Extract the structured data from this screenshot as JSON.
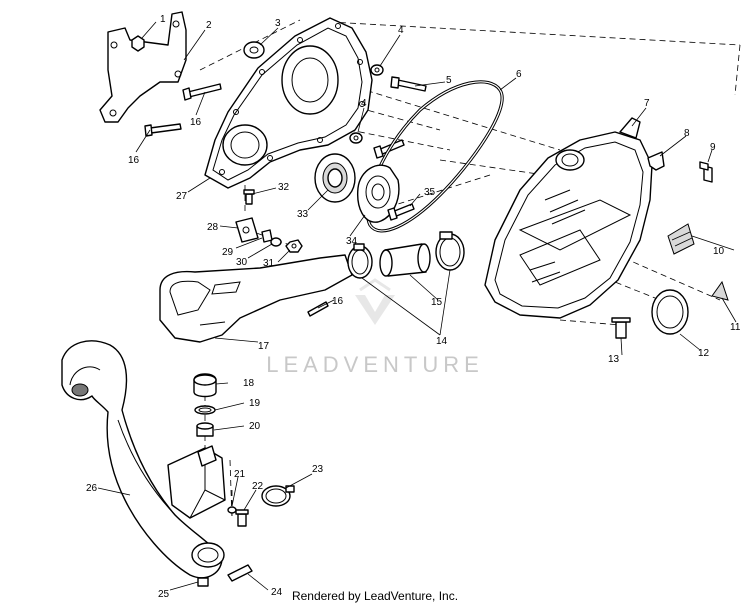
{
  "diagram": {
    "callouts": [
      "1",
      "2",
      "3",
      "4",
      "4",
      "5",
      "6",
      "7",
      "8",
      "9",
      "10",
      "11",
      "12",
      "13",
      "14",
      "15",
      "16",
      "16",
      "16",
      "17",
      "18",
      "19",
      "20",
      "21",
      "22",
      "23",
      "24",
      "25",
      "26",
      "27",
      "28",
      "29",
      "30",
      "31",
      "32",
      "33",
      "34",
      "35"
    ]
  },
  "watermark": {
    "text": "LEADVENTURE"
  },
  "footer": {
    "text": "Rendered by LeadVenture, Inc."
  }
}
